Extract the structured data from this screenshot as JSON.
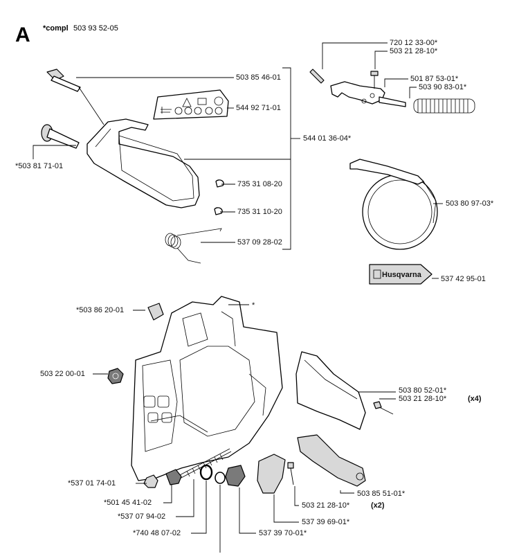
{
  "header": {
    "section_letter": "A",
    "compl_prefix": "*compl",
    "compl_number": "503 93 52-05"
  },
  "decal": {
    "brand": "Husqvarna"
  },
  "labels": {
    "p_720_12_33_00": "720 12 33-00*",
    "p_503_21_28_10_a": "503 21 28-10*",
    "p_501_87_53_01": "501 87 53-01*",
    "p_503_90_83_01": "503 90 83-01*",
    "p_503_85_46_01": "503 85 46-01",
    "p_544_92_71_01": "544 92 71-01",
    "p_544_01_36_04": "544 01 36-04*",
    "p_503_81_71_01": "*503 81 71-01",
    "p_735_31_08_20": "735 31 08-20",
    "p_735_31_10_20": "735 31 10-20",
    "p_537_09_28_02": "537 09 28-02",
    "p_503_80_97_03": "503 80 97-03*",
    "p_537_42_95_01": "537 42 95-01",
    "p_503_86_20_01": "*503 86 20-01",
    "p_star": "*",
    "p_503_22_00_01": "503 22 00-01",
    "p_503_80_52_01": "503 80 52-01*",
    "p_503_21_28_10_b": "503 21 28-10*",
    "p_503_21_28_10_b_qty": "(x4)",
    "p_537_01_74_01": "*537 01 74-01",
    "p_503_85_51_01": "503 85 51-01*",
    "p_501_45_41_02": "*501 45 41-02",
    "p_503_21_28_10_c": "503 21 28-10*",
    "p_503_21_28_10_c_qty": "(x2)",
    "p_537_07_94_02": "*537 07 94-02",
    "p_537_39_69_01": "537 39 69-01*",
    "p_740_48_07_02": "*740 48 07-02",
    "p_537_39_70_01": "537 39 70-01*"
  }
}
